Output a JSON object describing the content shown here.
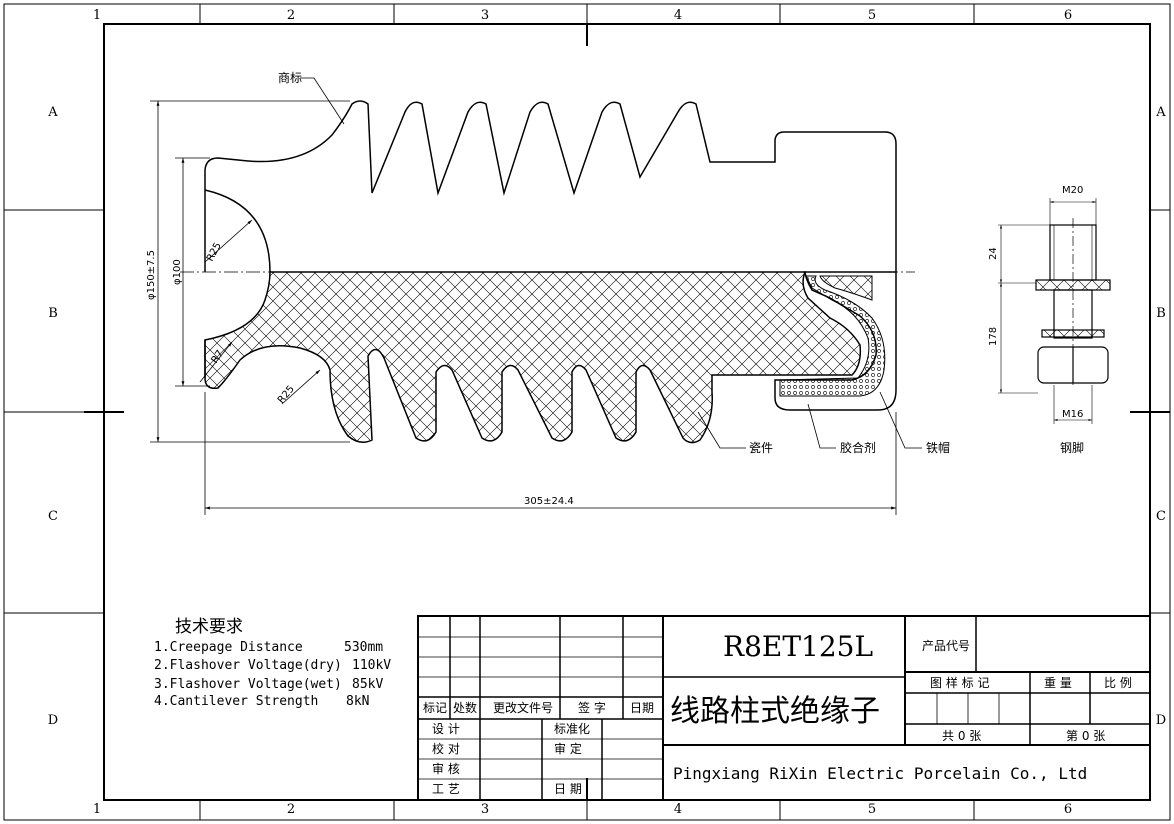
{
  "zones": {
    "columns": [
      "1",
      "2",
      "3",
      "4",
      "5",
      "6"
    ],
    "rows": [
      "A",
      "B",
      "C",
      "D"
    ]
  },
  "drawing": {
    "callouts": {
      "trademark": "商标",
      "porcelain": "瓷件",
      "cement": "胶合剂",
      "cap": "铁帽",
      "pin": "钢脚"
    },
    "dimensions": {
      "diameter_shed": "φ150±7.5",
      "diameter_core": "φ100",
      "r25_top": "R25",
      "r7": "R7",
      "r25_bottom": "R25",
      "length": "305±24.4",
      "pin_thread_top": "M20",
      "pin_len_top": "24",
      "pin_len_main": "178",
      "pin_thread_bottom": "M16"
    }
  },
  "tech_requirements": {
    "title": "技术要求",
    "items": [
      {
        "label": "1.Creepage Distance",
        "value": "530mm"
      },
      {
        "label": "2.Flashover Voltage(dry)",
        "value": "110kV"
      },
      {
        "label": "3.Flashover Voltage(wet)",
        "value": "85kV"
      },
      {
        "label": "4.Cantilever Strength",
        "value": "8kN"
      }
    ]
  },
  "title_block": {
    "revision_headers": [
      "标记",
      "处数",
      "更改文件号",
      "签 字",
      "日期"
    ],
    "approvals": {
      "design": "设 计",
      "standardize": "标准化",
      "check": "校 对",
      "review": "审 定",
      "audit": "审 核",
      "date": "日 期",
      "process": "工 艺"
    },
    "model": "R8ET125L",
    "product_name": "线路柱式绝缘子",
    "product_code_label": "产品代号",
    "product_code_value": "",
    "drawing_mark_label": "图 样 标 记",
    "weight_label": "重 量",
    "scale_label": "比 例",
    "total_sheets": "共 0 张",
    "sheet_number": "第 0 张",
    "company": "Pingxiang RiXin Electric Porcelain Co., Ltd"
  }
}
